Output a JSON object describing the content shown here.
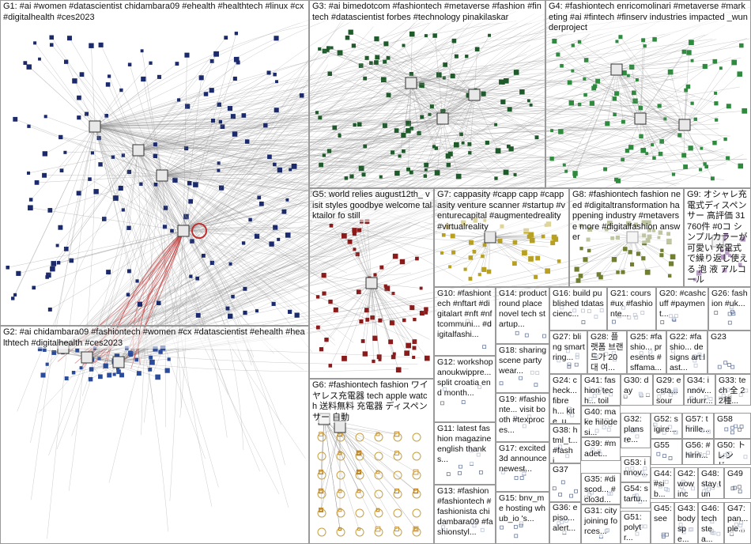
{
  "groups": [
    {
      "id": "G1",
      "label": "G1: #ai #women #datascientist chidambara09 #ehealth #healthtech #linux #cx #digitalhealth #ces2023"
    },
    {
      "id": "G2",
      "label": "G2: #ai chidambara09 #fashiontech #women #cx #datascientist #ehealth #healthtech #digitalhealth #ces2023"
    },
    {
      "id": "G3",
      "label": "G3: #ai bimedotcom #fashiontech #metaverse #fashion #fintech #datascientist forbes #technology pinakilaskar"
    },
    {
      "id": "G4",
      "label": "G4: #fashiontech enricomolinari #metaverse #marketing #ai #fintech #finserv industries impacted _wunderproject"
    },
    {
      "id": "G5",
      "label": "G5: world relies august12th_ visit styles goodbye welcome talktailor fo still"
    },
    {
      "id": "G6",
      "label": "G6: #fashiontech fashion ワイヤレス充電器 tech apple watch 送料無料 充電器 ディスペンサー 自動"
    },
    {
      "id": "G7",
      "label": "G7: cappasity #capp capp #cappasity venture scanner #startup #venturecapital #augmentedreality #virtualreality"
    },
    {
      "id": "G8",
      "label": "G8: #fashiontech fashion need #digitaltransformation happening industry #metaverse more #digitalfashion answer"
    },
    {
      "id": "G9",
      "label": "G9: オシャレ充電式ディスペンサー 高評価 31760件 #0コ シンプルカラーが可愛い 充電式で繰り返し使える 泡 液 アルコール"
    },
    {
      "id": "G10",
      "label": "G10: #fashiontech #nftart #digitalart #nft #nftcommuni... #digitalfashi..."
    },
    {
      "id": "G11",
      "label": "G11: latest fashion magazine english thanks..."
    },
    {
      "id": "G12",
      "label": "G12: workshop anoukwippre... split croatia end month..."
    },
    {
      "id": "G13",
      "label": "G13: #fashion #fashiontech #fashionista chidambara09 #fashionstyl..."
    },
    {
      "id": "G14",
      "label": "G14: product round place novel tech startup..."
    },
    {
      "id": "G15",
      "label": "G15: bnv_me hosting whub_io 's..."
    },
    {
      "id": "G16",
      "label": "G16: build published tdatascienc..."
    },
    {
      "id": "G17",
      "label": "G17: excited 3d announce newest..."
    },
    {
      "id": "G18",
      "label": "G18: sharing scene partywear..."
    },
    {
      "id": "G19",
      "label": "G19: #fashionte... visit booth #texproces..."
    },
    {
      "id": "G20",
      "label": "G20: #cashcuff #payment..."
    },
    {
      "id": "G21",
      "label": "G21: cours #ux #fashionte..."
    },
    {
      "id": "G22",
      "label": "G22: #fashio... designs art last..."
    },
    {
      "id": "G23",
      "label": "G23"
    },
    {
      "id": "G24",
      "label": "G24: check... fibreh... kite_u..."
    },
    {
      "id": "G25",
      "label": "G25: #fashio... presents #sffama..."
    },
    {
      "id": "G26",
      "label": "G26: fashion #uk..."
    },
    {
      "id": "G27",
      "label": "G27: bling smart ring..."
    },
    {
      "id": "G28",
      "label": "G28: 플랫폼 브랜드가 20대 여..."
    },
    {
      "id": "G29",
      "label": "G29: ecsta... sourc..."
    },
    {
      "id": "G30",
      "label": "G30: day"
    },
    {
      "id": "G31",
      "label": "G31: city joining forces..."
    },
    {
      "id": "G32",
      "label": "G32: plans re..."
    },
    {
      "id": "G33",
      "label": "G33: tech 全 22種..."
    },
    {
      "id": "G34",
      "label": "G34: innov... ridurr..."
    },
    {
      "id": "G35",
      "label": "G35: #discod... #clo3d..."
    },
    {
      "id": "G36",
      "label": "G36: episo... alert..."
    },
    {
      "id": "G37",
      "label": "G37"
    },
    {
      "id": "G38",
      "label": "G38: html_t... #fashi..."
    },
    {
      "id": "G39",
      "label": "G39: #madet..."
    },
    {
      "id": "G40",
      "label": "G40: make hilodesi..."
    },
    {
      "id": "G41",
      "label": "G41: fashion tech... toile..."
    },
    {
      "id": "G42",
      "label": "G42: wow incr..."
    },
    {
      "id": "G43",
      "label": "G43: body spe..."
    },
    {
      "id": "G44",
      "label": "G44: #sib... #sib..."
    },
    {
      "id": "G45",
      "label": "G45: see"
    },
    {
      "id": "G46",
      "label": "G46: tech stea..."
    },
    {
      "id": "G47",
      "label": "G47: pan... ple..."
    },
    {
      "id": "G48",
      "label": "G48: stay tune..."
    },
    {
      "id": "G49",
      "label": "G49"
    },
    {
      "id": "G50",
      "label": "G50: トレンド..."
    },
    {
      "id": "G51",
      "label": "G51: polytr..."
    },
    {
      "id": "G52",
      "label": "G52: sigire..."
    },
    {
      "id": "G53",
      "label": "G53: innov..."
    },
    {
      "id": "G54",
      "label": "G54: startu..."
    },
    {
      "id": "G55",
      "label": "G55"
    },
    {
      "id": "G56",
      "label": "G56: #hirin..."
    },
    {
      "id": "G57",
      "label": "G57: thrille..."
    },
    {
      "id": "G58",
      "label": "G58"
    }
  ],
  "colors": {
    "G1": "#1a2a6c",
    "G2": "#2a4a9a",
    "G3": "#1f5a2a",
    "G4": "#2e8b3e",
    "G5": "#8b1a1a",
    "G6": "#c08020",
    "G7": "#b8a020",
    "G8": "#708030",
    "G9": "#602080",
    "edge": "#8a8a8a",
    "edge_hot": "#c03030"
  }
}
